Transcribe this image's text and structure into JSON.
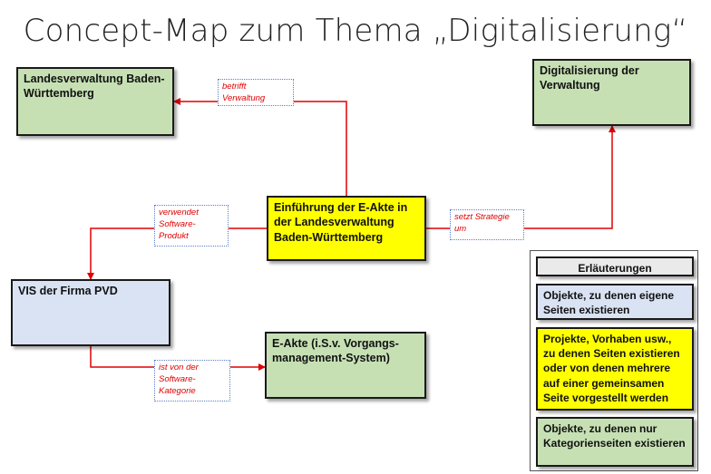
{
  "title": "Concept-Map zum Thema „Digitalisierung“",
  "colors": {
    "concept_green": "#c6e0b4",
    "object_blue": "#dae3f3",
    "project_yellow": "#ffff00",
    "connector_red": "#e00000",
    "label_border": "#5b7fc4"
  },
  "nodes": {
    "landesverwaltung": "Landesverwaltung Baden-Württemberg",
    "digitalisierung": "Digitalisierung der Verwaltung",
    "einfuehrung": "Einführung der E-Akte in der Landesverwaltung Baden-Württemberg",
    "vis": "VIS der Firma PVD",
    "eakte": "E-Akte (i.S.v. Vorgangs-management-System)"
  },
  "edges": {
    "betrifft": "betrifft Verwaltung",
    "setzt": "setzt Strategie um",
    "verwendet": "verwendet Software-Produkt",
    "istvon": "ist von der Software-Kategorie"
  },
  "legend": {
    "title": "Erläuterungen",
    "items": [
      "Objekte, zu denen eigene Seiten existieren",
      "Projekte, Vorhaben usw., zu denen Seiten existieren oder von denen mehrere auf einer gemeinsamen Seite vorgestellt werden",
      "Objekte, zu denen nur Kategorienseiten existieren"
    ]
  }
}
